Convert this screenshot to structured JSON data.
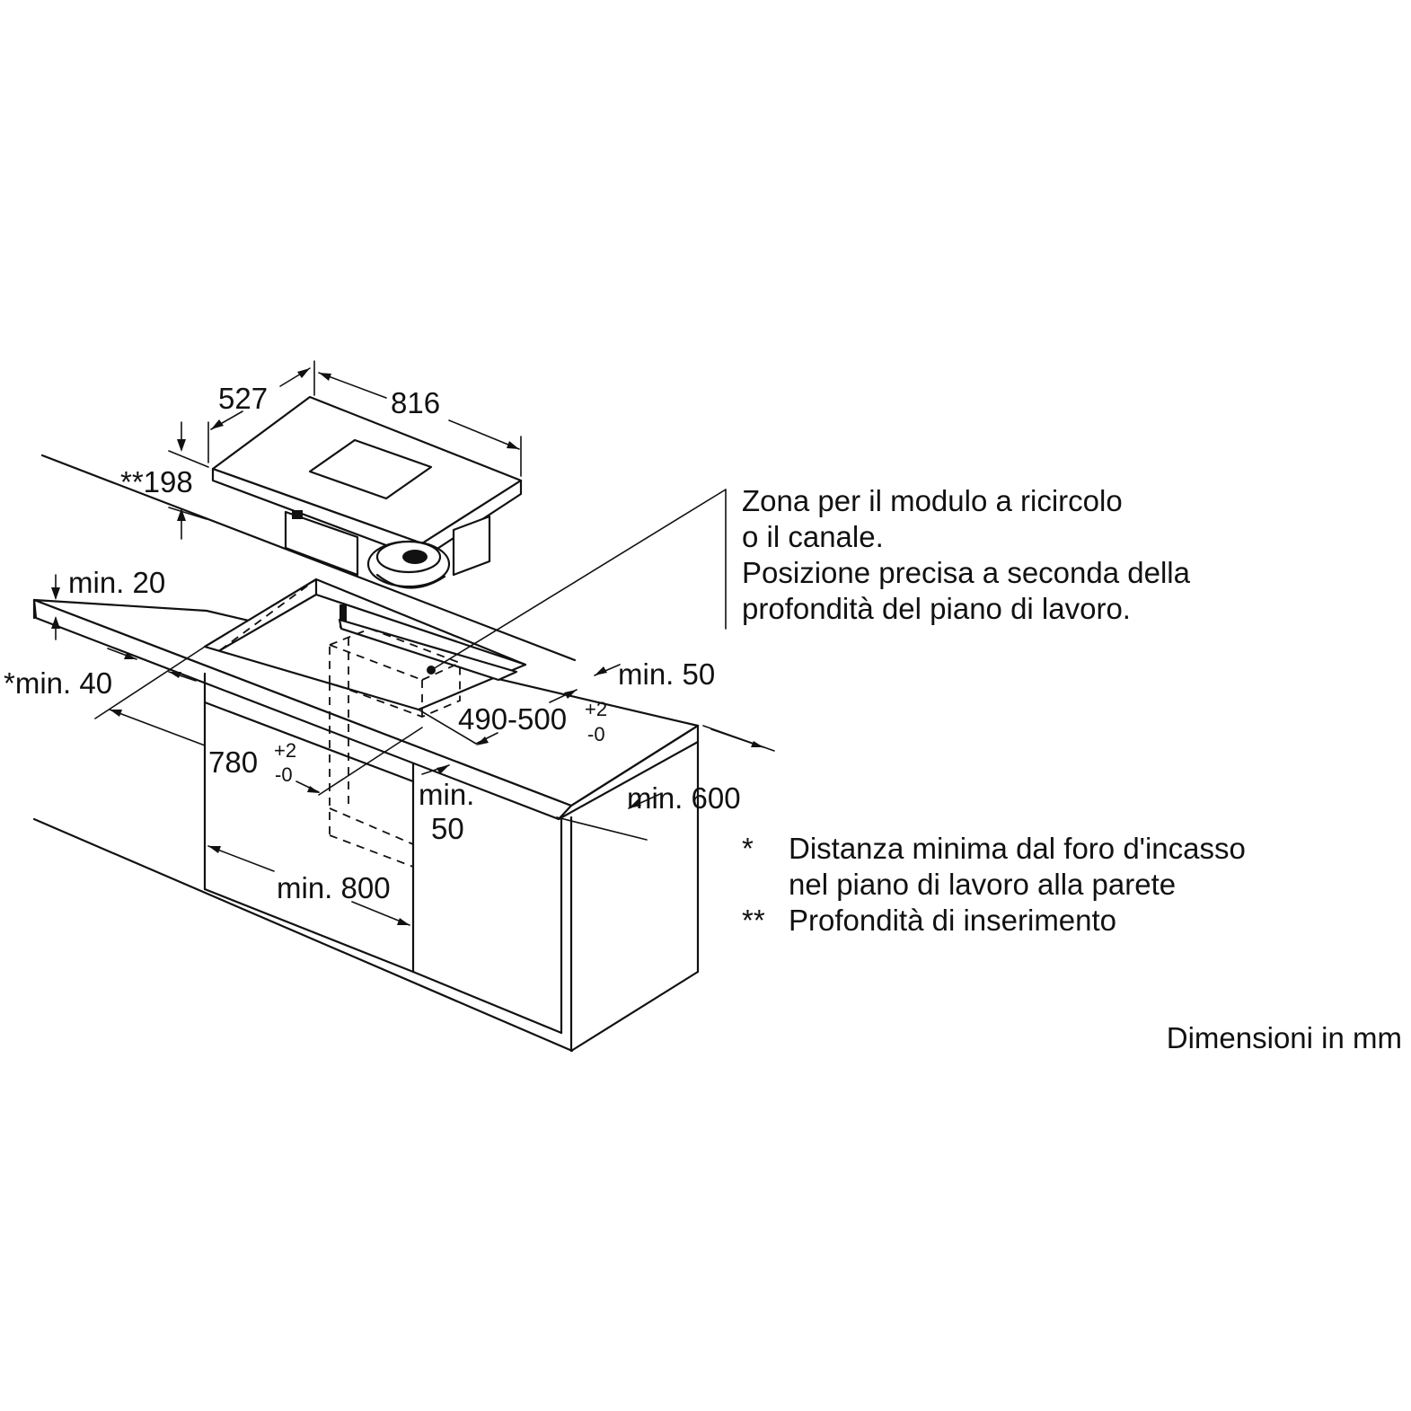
{
  "dimensions": {
    "width": "816",
    "depth": "527",
    "insertion_depth": "**198",
    "min_20": "min. 20",
    "min_40": "*min. 40",
    "min_50_right": "min. 50",
    "cutout_depth": "490-500",
    "cutout_depth_tol_plus": "+2",
    "cutout_depth_tol_minus": "-0",
    "cutout_width": "780",
    "cutout_width_tol_plus": "+2",
    "cutout_width_tol_minus": "-0",
    "min_50_inner_1": "min.",
    "min_50_inner_2": "50",
    "min_600": "min. 600",
    "min_800": "min. 800"
  },
  "zone_note": {
    "lines": [
      "Zona per il modulo a ricircolo",
      "o il canale.",
      "Posizione precisa a seconda della",
      "profondità del piano di lavoro."
    ]
  },
  "footnotes": {
    "star1_mark": "*",
    "star1_line1": "Distanza minima dal foro d'incasso",
    "star1_line2": "nel piano di lavoro alla parete",
    "star2_mark": "**",
    "star2_line1": "Profondità di inserimento"
  },
  "units_label": "Dimensioni in mm"
}
